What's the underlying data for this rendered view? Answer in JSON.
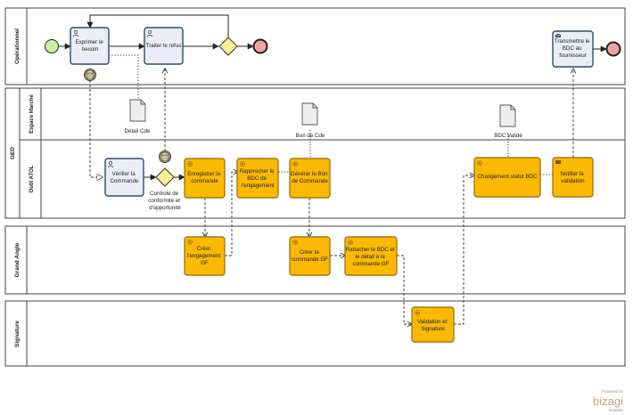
{
  "lanes": {
    "operationnel": "Opérationnel",
    "ged": "GED",
    "espace_marche": "Espace Marché",
    "outil_atol": "Outil ATOL",
    "grand_angle": "Grand Angle",
    "signature": "Signature"
  },
  "tasks": {
    "exprimer": [
      "Exprimer le",
      "besoin"
    ],
    "traiter": [
      "Traiter le refus"
    ],
    "transmettre": [
      "Transmettre le",
      "BDC au",
      "fournisseur"
    ],
    "verifier": [
      "Vérifier la",
      "Commande"
    ],
    "enregistrer": [
      "Enregistrer  la",
      "commande"
    ],
    "rapprocher": [
      "Rapprocher le",
      "BDC de",
      "l'engagement"
    ],
    "generer": [
      "Générer le Bon",
      "de Commande"
    ],
    "changement": [
      "Changement statut BDC"
    ],
    "notifier": [
      "Notifier la",
      "validation"
    ],
    "creer_engagement": [
      "Créer",
      "l'engagement",
      "GF"
    ],
    "creer_commande": [
      "Créer la",
      "commande GF"
    ],
    "rattacher": [
      "Rattacher le BDC et",
      "le détail à la",
      "commande GF"
    ],
    "validation": [
      "Validation et",
      "Signature"
    ]
  },
  "data_objects": {
    "detail_cde": "Détail Cde",
    "bon_de_cde": "Bon de Cde",
    "bdc_valide": "BDC Validé"
  },
  "gateway_label": [
    "Controle de",
    "conformité et",
    "d'opportunité"
  ],
  "branding": {
    "powered_by": "Powered by",
    "brand": "bizagi",
    "product": "Modeler"
  },
  "colors": {
    "task_blue_fill": "#e9eef8",
    "task_blue_stroke": "#2b4b6f",
    "task_orange_fill": "#fbb902",
    "task_orange_stroke": "#a8771a",
    "gateway_fill": "#f7f28f",
    "start_fill": "#c8f0a0",
    "end_fill": "#f2a2a4",
    "intermediate_fill": "#e6dd9c"
  }
}
